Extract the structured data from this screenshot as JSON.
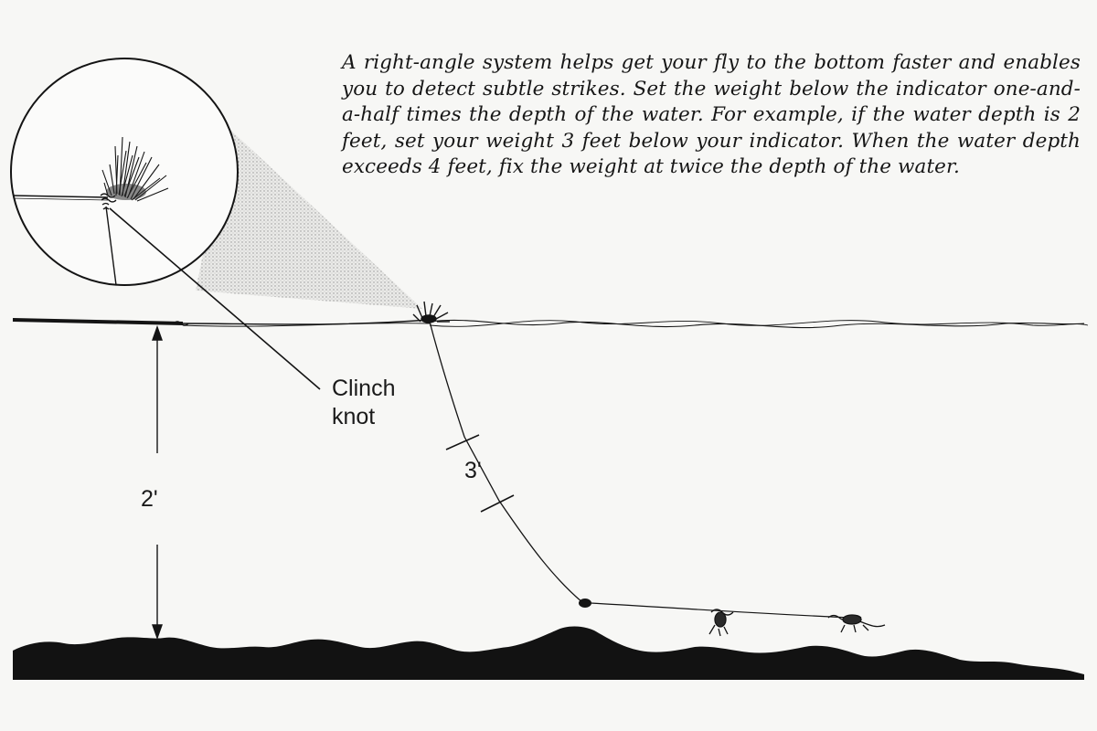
{
  "caption": "A right-angle system helps get your fly to the bottom faster and enables you to detect subtle strikes. Set the weight below the indicator one-and-a-half times the depth of the water. For example, if the water depth is 2 feet, set your weight 3 feet below your indicator. When the water depth exceeds 4 feet, fix the weight at twice the depth of the water.",
  "labels": {
    "knot_line1": "Clinch",
    "knot_line2": "knot",
    "water_depth": "2'",
    "indicator_to_weight": "3'"
  },
  "colors": {
    "ink": "#141414",
    "paper": "#f7f7f5",
    "shade": "#9a9a9a"
  }
}
